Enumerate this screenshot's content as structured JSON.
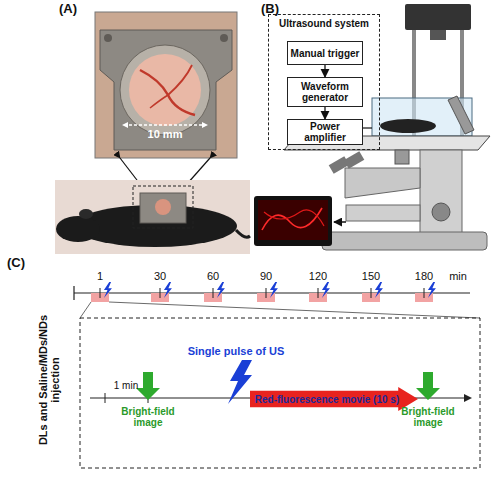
{
  "diagram": {
    "nodes": [
      {
        "text": [
          "Ultrasound system"
        ]
      },
      {
        "text": [
          "Manual trigger"
        ],
        "in": 0
      },
      {
        "text": [
          "Waveform generator"
        ],
        "in": 0
      },
      {
        "text": [
          "Power amplifier"
        ],
        "in": 0
      },
      {
        "text": [
          "Red-fluorescence movie (10 s)"
        ]
      }
    ],
    "edges": [
      {
        "from": 1,
        "to": 2,
        "arrow": "to"
      },
      {
        "from": 2,
        "to": 3,
        "arrow": "to"
      }
    ],
    "labels": [
      "(A)",
      "10 mm",
      "(B)",
      "(C)",
      "1",
      "30",
      "60",
      "90",
      "120",
      "150",
      "180",
      "min",
      "DLs and Saline/MDs/NDs injection",
      "1 min",
      "Bright-field image",
      "Single pulse of US",
      "Bright-field image"
    ]
  }
}
